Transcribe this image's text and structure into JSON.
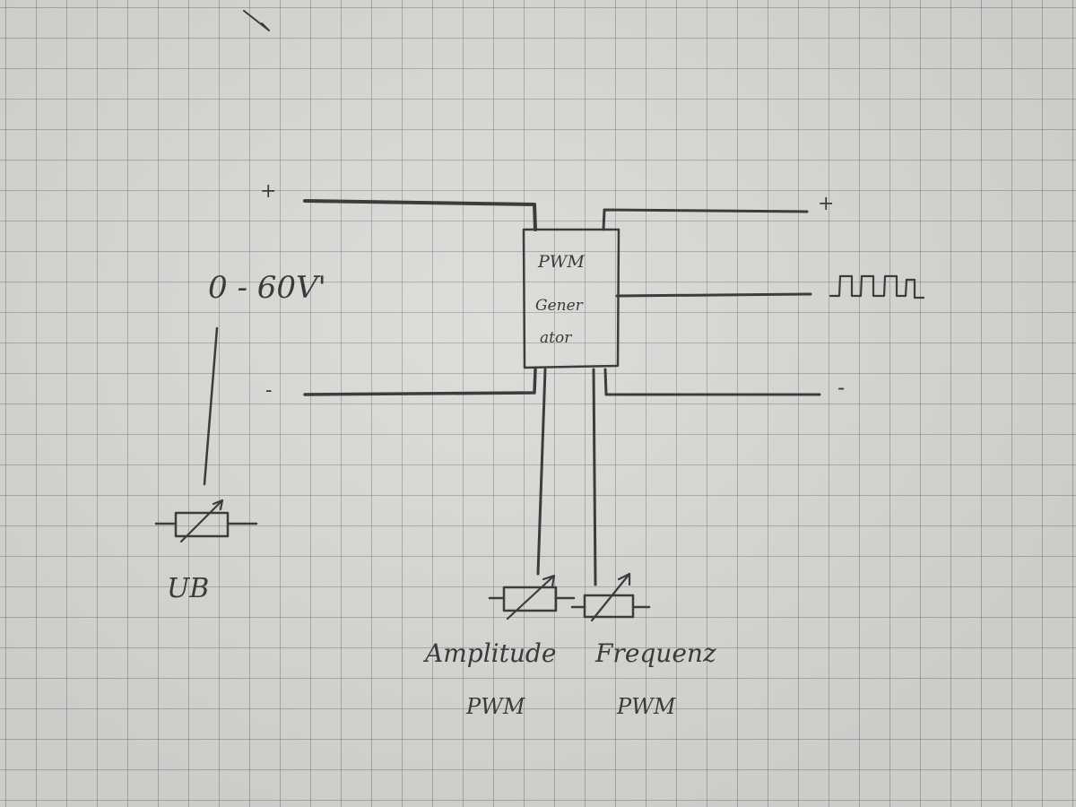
{
  "diagram": {
    "supply_label": "0 - 60V'",
    "input_plus": "+",
    "input_minus": "-",
    "output_plus": "+",
    "output_minus": "-",
    "block_line1": "PWM",
    "block_line2": "Gener",
    "block_line3": "ator",
    "supply_pot_label": "UB",
    "pot_amplitude_label_line1": "Amplitude",
    "pot_amplitude_label_line2": "PWM",
    "pot_frequency_label_line1": "Frequenz",
    "pot_frequency_label_line2": "PWM"
  }
}
